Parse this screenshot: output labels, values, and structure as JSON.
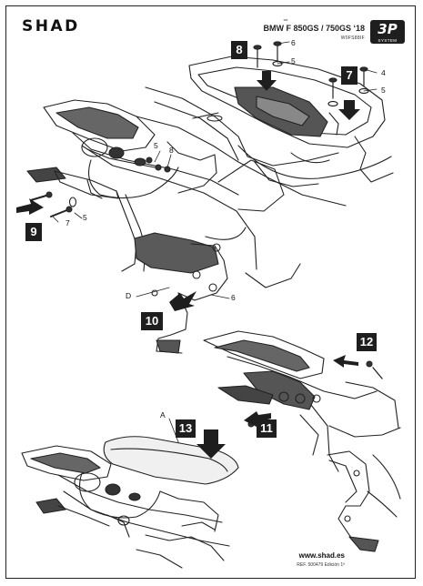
{
  "header": {
    "brand": "SHAD",
    "model_line": "BMW F 850GS / 750GS ‘18",
    "ref_code": "W0FS88IF",
    "badge_big": "3P",
    "badge_small": "SYSTEM"
  },
  "steps": {
    "s7": "7",
    "s8": "8",
    "s9": "9",
    "s10": "10",
    "s11": "11",
    "s12": "12",
    "s13": "13"
  },
  "callouts": {
    "n4": "4",
    "n5": "5",
    "n6": "6",
    "n7": "7",
    "n8": "8",
    "letter_a": "A",
    "letter_d": "D"
  },
  "footer": {
    "website": "www.shad.es",
    "edition": "REF. 500479 Edición 1ª"
  },
  "colors": {
    "ink": "#111111",
    "badge_bg": "#1e1e1e",
    "paper": "#ffffff",
    "frame": "#222222"
  }
}
